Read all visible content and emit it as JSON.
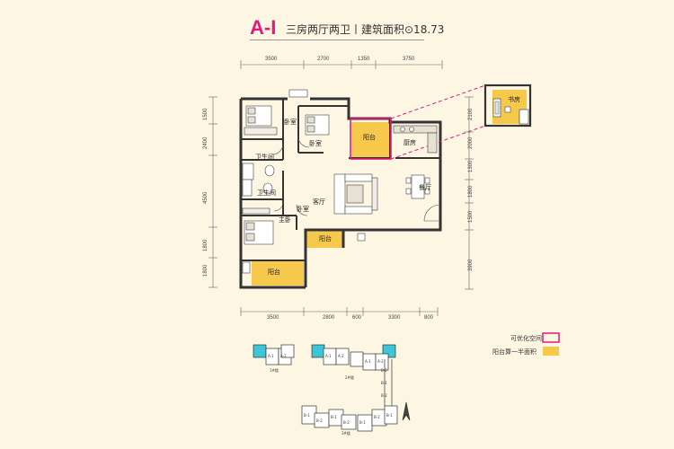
{
  "title": {
    "code": "A-I",
    "desc": "三房两厅两卫丨建筑面积⊙18.73"
  },
  "dims": {
    "top": [
      "3500",
      "2700",
      "1350",
      "3750"
    ],
    "bottom": [
      "3500",
      "2800",
      "600",
      "3300",
      "800"
    ],
    "left": [
      "1500",
      "2400",
      "4500",
      "1800",
      "1800"
    ],
    "right": [
      "2100",
      "2000",
      "1300",
      "1800",
      "1500",
      "3900"
    ]
  },
  "rooms": {
    "bedroom1": "卧室",
    "bedroom2": "卧室",
    "bedroom3": "卧室",
    "bath1": "卫生间",
    "bath2": "卫生间",
    "master": "主卧",
    "living": "客厅",
    "dining": "餐厅",
    "kitchen": "厨房",
    "balcony1": "阳台",
    "balcony2": "阳台",
    "balcony3": "阳台",
    "study": "书房"
  },
  "legend": {
    "optimizable": "可优化空间",
    "half_area": "阳台算一半面积"
  },
  "keyplan": {
    "b1": "1#楼",
    "b2": "2#楼",
    "b3": "3#楼",
    "units": [
      "A-1",
      "A-2",
      "A-1",
      "A-2",
      "A-1",
      "A-2",
      "B-1",
      "B-2",
      "B-1",
      "B-2",
      "B-1",
      "B-2",
      "B-1",
      "B-2",
      "B-1",
      "B-2"
    ]
  },
  "colors": {
    "accent": "#e6197a",
    "balcony": "#f6c84c",
    "highlight": "#3cc6d8",
    "wall": "#333333"
  }
}
